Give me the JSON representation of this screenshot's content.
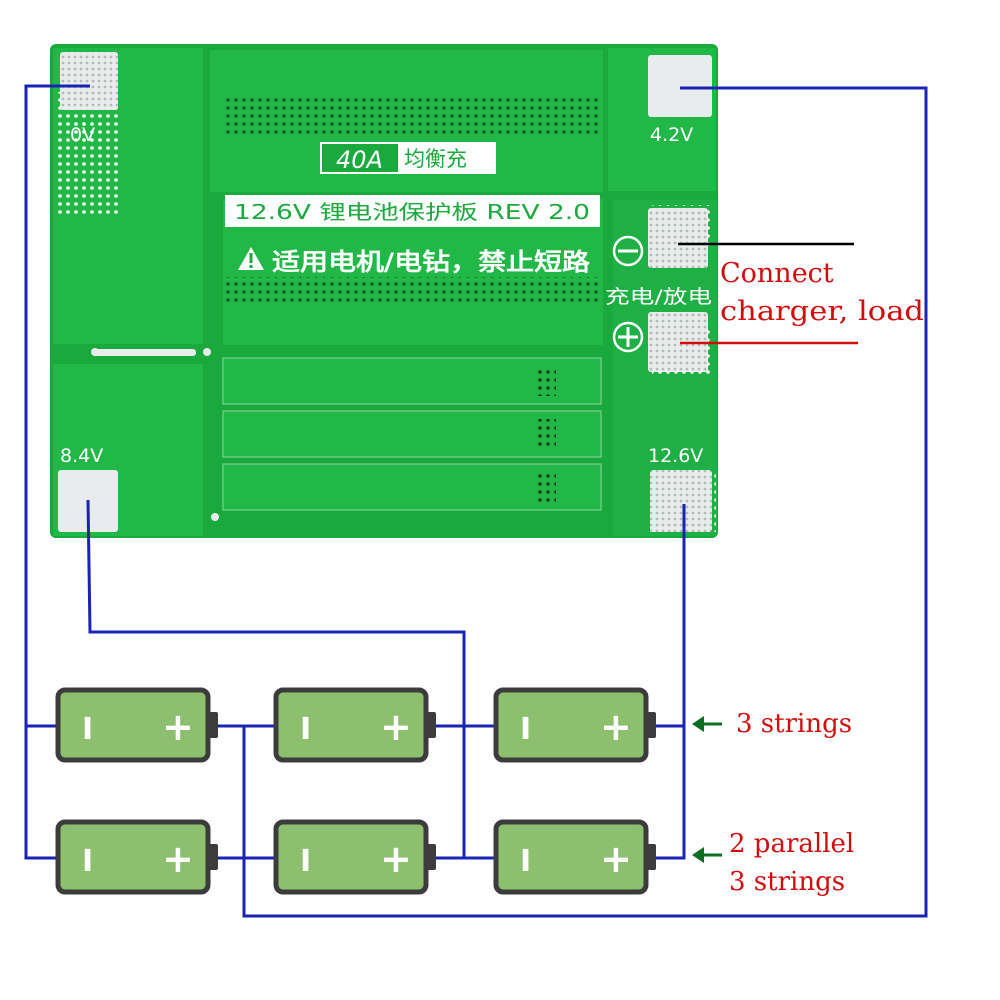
{
  "pcb": {
    "pad_labels": {
      "zero_v": "0V",
      "v42": "4.2V",
      "v84": "8.4V",
      "v126": "12.6V"
    },
    "model_label": "40A",
    "model_chinese": "均衡充",
    "title_label": "12.6V 锂电池保护板 REV 2.0",
    "warning_text": "适用电机/电钻，禁止短路",
    "charge_discharge_label": "充电/放电",
    "colors": {
      "board": "#19a93d",
      "silk": "#ffffff",
      "pad": "#e9eced"
    }
  },
  "annotations": {
    "connect_line1": "Connect",
    "connect_line2": "charger, load",
    "series_arrow": "3 strings",
    "parallel_line1": "2 parallel",
    "parallel_line2": "3 strings",
    "colors": {
      "wire": "#1a24b4",
      "text": "#d10d0d",
      "arrow": "#0d6e21",
      "negative_wire": "#000000",
      "positive_wire": "#d10d0d"
    }
  },
  "battery": {
    "minus_symbol": "I",
    "plus_symbol": "+",
    "colors": {
      "body": "#8cbf6e",
      "outline": "#3c3c3c",
      "symbol": "#ffffff"
    }
  }
}
